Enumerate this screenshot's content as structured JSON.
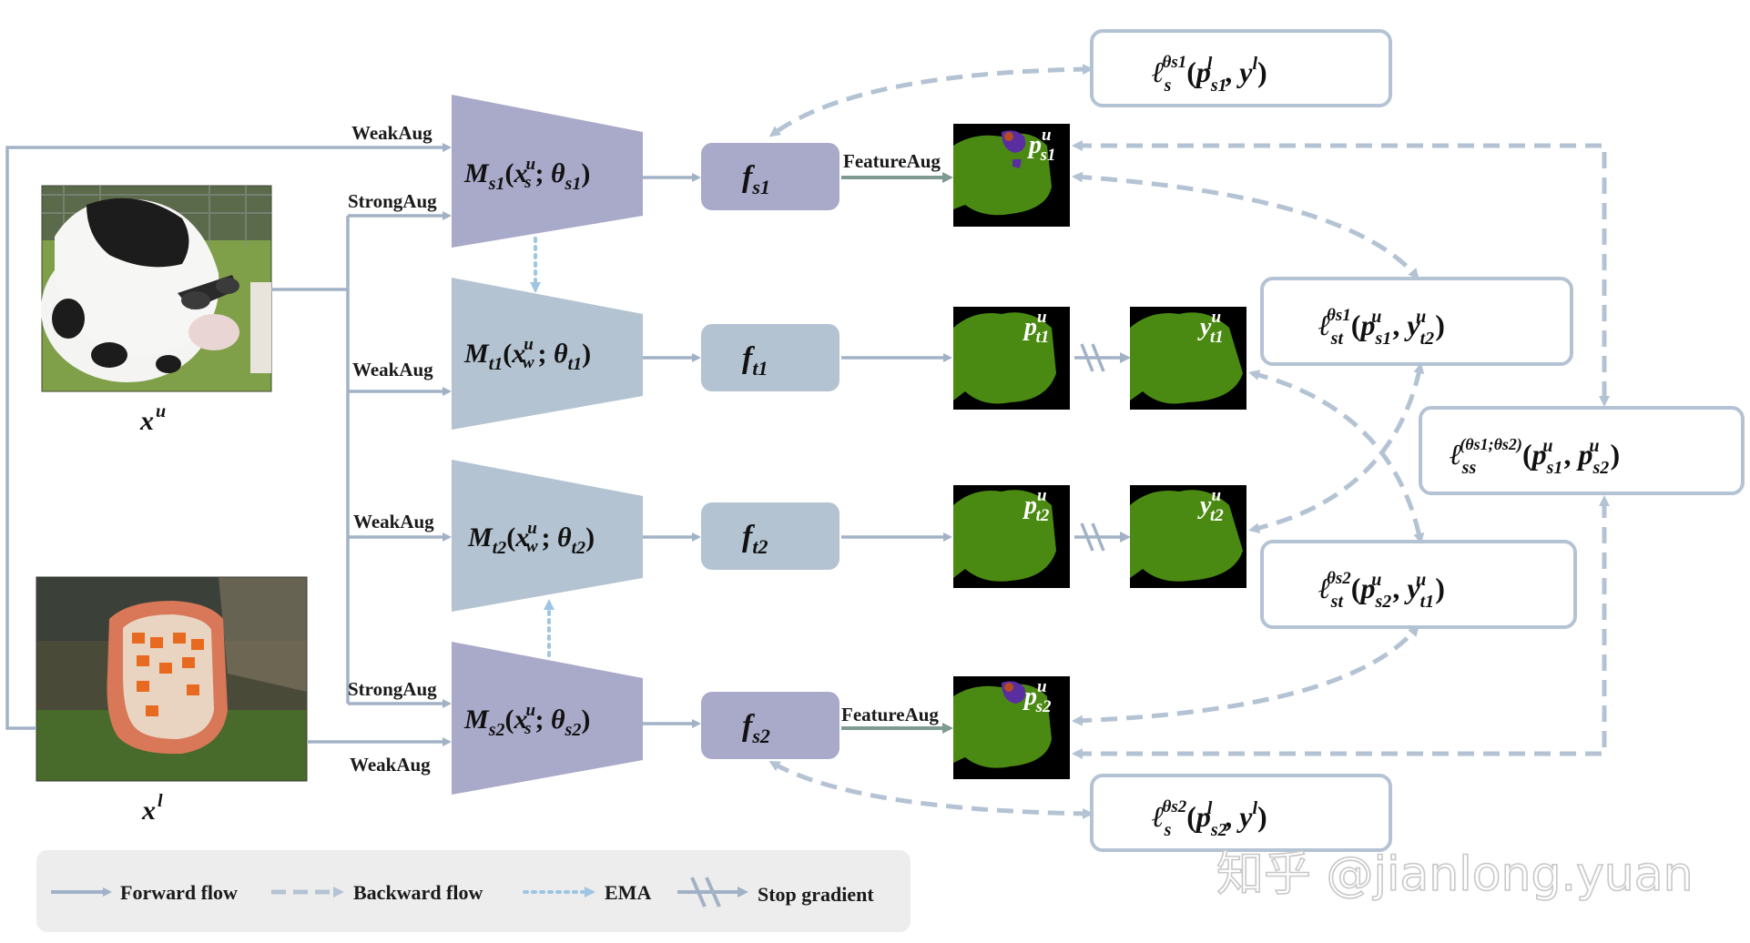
{
  "inputs": {
    "unlabeled_label": "u",
    "labeled_label": "l"
  },
  "aug": {
    "weak": "WeakAug",
    "strong": "StrongAug",
    "feature": "FeatureAug"
  },
  "models": {
    "s1": {
      "M": "M",
      "sub": "s1",
      "x": "x",
      "xsup": "u",
      "xsub": "s",
      "theta": "θ",
      "tsub": "s1"
    },
    "t1": {
      "M": "M",
      "sub": "t1",
      "x": "x",
      "xsup": "u",
      "xsub": "w",
      "theta": "θ",
      "tsub": "t1"
    },
    "t2": {
      "M": "M",
      "sub": "t2",
      "x": "x",
      "xsup": "u",
      "xsub": "w",
      "theta": "θ",
      "tsub": "t2"
    },
    "s2": {
      "M": "M",
      "sub": "s2",
      "x": "x",
      "xsup": "u",
      "xsub": "s",
      "theta": "θ",
      "tsub": "s2"
    }
  },
  "heads": {
    "s1": {
      "f": "f",
      "sub": "s1"
    },
    "t1": {
      "f": "f",
      "sub": "t1"
    },
    "t2": {
      "f": "f",
      "sub": "t2"
    },
    "s2": {
      "f": "f",
      "sub": "s2"
    }
  },
  "predictions": {
    "p_s1": {
      "p": "p",
      "sup": "u",
      "sub": "s1"
    },
    "p_t1": {
      "p": "p",
      "sup": "u",
      "sub": "t1"
    },
    "p_t2": {
      "p": "p",
      "sup": "u",
      "sub": "t2"
    },
    "p_s2": {
      "p": "p",
      "sup": "u",
      "sub": "s2"
    },
    "y_t1": {
      "p": "y",
      "sup": "u",
      "sub": "t1"
    },
    "y_t2": {
      "p": "y",
      "sup": "u",
      "sub": "t2"
    }
  },
  "losses": {
    "ls1": "ℓ_s^{θs1}(p^l_{s1}, y^l)",
    "lst1": "ℓ_st^{θs1}(p^u_{s1}, y^u_{t2})",
    "lss": "ℓ_ss^{(θs1;θs2)}(p^u_{s1}, p^u_{s2})",
    "lst2": "ℓ_st^{θs2}(p^u_{s2}, y^u_{t1})",
    "ls2": "ℓ_s^{θs2}(p^l_{s2}, y^l)"
  },
  "legend": {
    "forward": "Forward flow",
    "backward": "Backward flow",
    "ema": "EMA",
    "stop": "Stop gradient"
  },
  "watermark": "知乎 @jianlong.yuan",
  "colors": {
    "student": "#a9a9c9",
    "teacher": "#b3c3d1",
    "arrow": "#a2b2c6",
    "dashed": "#b4c3d3",
    "ema": "#9ec6e4",
    "feature_arrow": "#7f9a90",
    "seg_green": "#4b8a12",
    "seg_black": "#000000",
    "legend_bg": "#ededed"
  }
}
